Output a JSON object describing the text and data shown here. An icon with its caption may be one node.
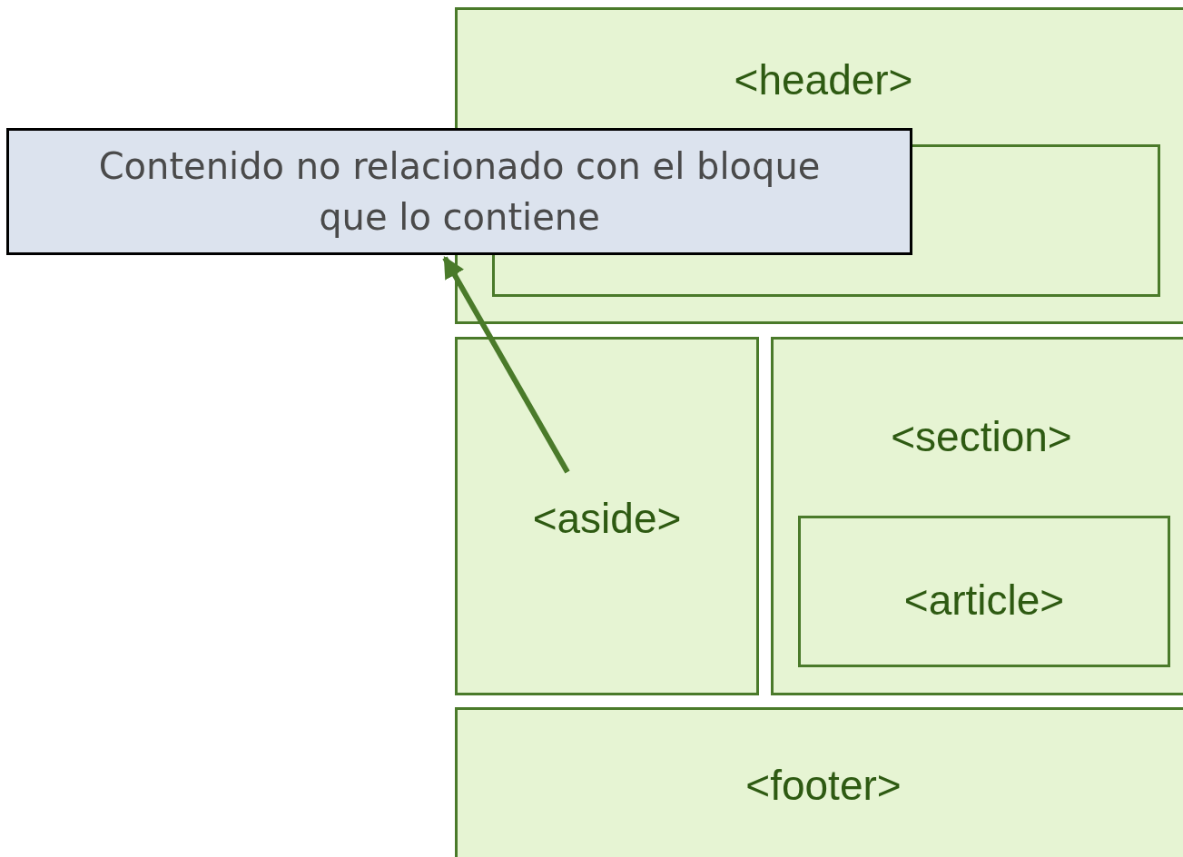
{
  "diagram": {
    "nodes": [
      {
        "text": [
          "<header>"
        ]
      },
      {
        "text": [],
        "shape": "box",
        "in": 0
      },
      {
        "text": [
          "Contenido no relacionado con el bloque que lo contiene"
        ]
      },
      {
        "text": [
          "<aside>"
        ]
      },
      {
        "text": [
          "<section>"
        ]
      },
      {
        "text": [
          "<article>"
        ],
        "in": 4
      },
      {
        "text": [
          "<footer>"
        ]
      }
    ],
    "edges": [
      {
        "from": 3,
        "to": 2,
        "arrow": "to"
      }
    ]
  }
}
